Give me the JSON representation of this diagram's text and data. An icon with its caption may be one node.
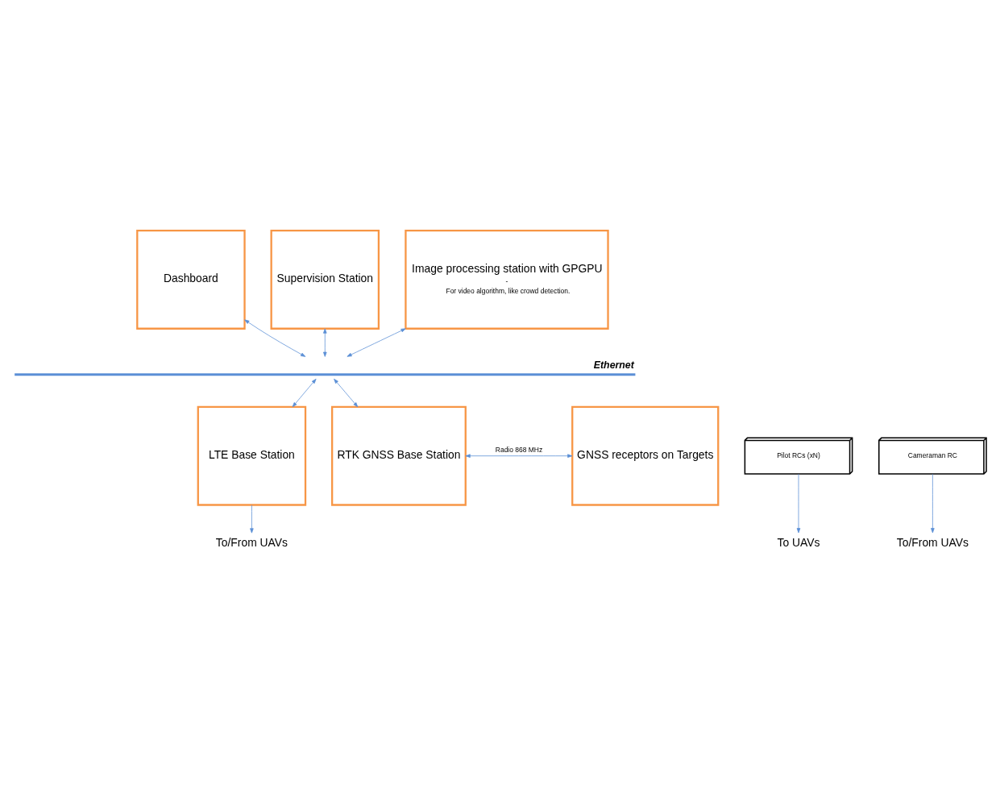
{
  "diagram": {
    "nodes": [
      {
        "text": [
          "Dashboard"
        ]
      },
      {
        "text": [
          "Supervision Station"
        ]
      },
      {
        "text": [
          "Image processing station with GPGPU",
          "-",
          "For video algorithm, like crowd detection."
        ]
      },
      {
        "text": [
          "Ethernet"
        ]
      },
      {
        "text": [
          "LTE Base Station"
        ]
      },
      {
        "text": [
          "RTK GNSS Base Station"
        ]
      },
      {
        "text": [
          "GNSS receptors on Targets"
        ]
      },
      {
        "text": [
          "Pilot RCs (xN)"
        ]
      },
      {
        "text": [
          "Cameraman RC"
        ]
      },
      {
        "text": [
          "To/From UAVs"
        ]
      },
      {
        "text": [
          "To UAVs"
        ]
      },
      {
        "text": [
          "To/From UAVs"
        ]
      }
    ],
    "edges": [
      {
        "from": 0,
        "to": 3,
        "arrow": "both"
      },
      {
        "from": 1,
        "to": 3,
        "arrow": "both"
      },
      {
        "from": 2,
        "to": 3,
        "arrow": "both"
      },
      {
        "from": 3,
        "to": 4,
        "arrow": "both"
      },
      {
        "from": 3,
        "to": 5,
        "arrow": "both"
      },
      {
        "from": 5,
        "to": 6,
        "arrow": "both",
        "label": "Radio 868 MHz"
      },
      {
        "from": 4,
        "to": 9,
        "arrow": "to"
      },
      {
        "from": 7,
        "to": 10,
        "arrow": "to"
      },
      {
        "from": 8,
        "to": 11,
        "arrow": "to"
      }
    ]
  }
}
